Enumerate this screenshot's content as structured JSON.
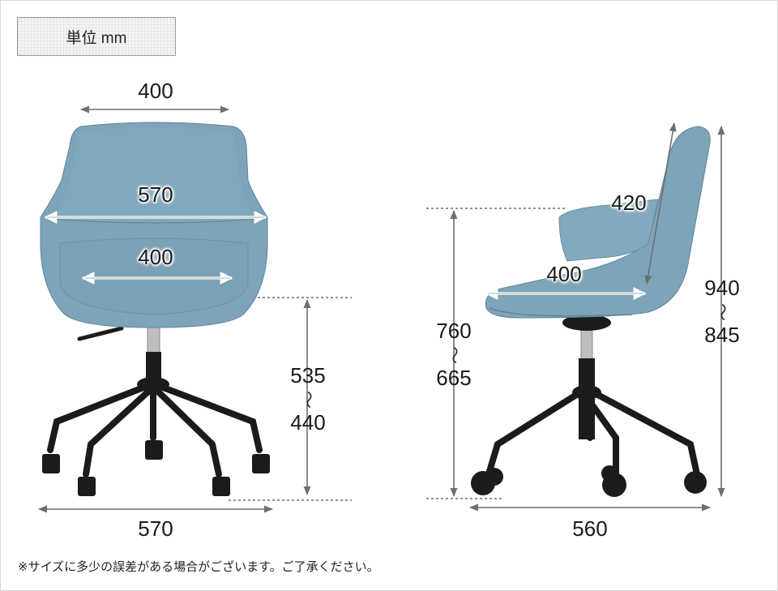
{
  "unit_label": "単位 mm",
  "front": {
    "top_width": "400",
    "arm_width": "570",
    "seat_width": "400",
    "seat_height_max": "535",
    "seat_height_min": "440",
    "base_width": "570"
  },
  "side": {
    "back_height": "420",
    "seat_depth": "400",
    "arm_height_max": "760",
    "arm_height_min": "665",
    "total_height_max": "940",
    "total_height_min": "845",
    "base_depth": "560"
  },
  "range_separator": "〜",
  "note": "※サイズに多少の誤差がある場合がございます。ご了承ください。",
  "colors": {
    "fabric": "#7da4b8",
    "fabric_dark": "#6a90a4",
    "frame": "#1b1b1b",
    "dimension_line": "#6e6e6e"
  }
}
